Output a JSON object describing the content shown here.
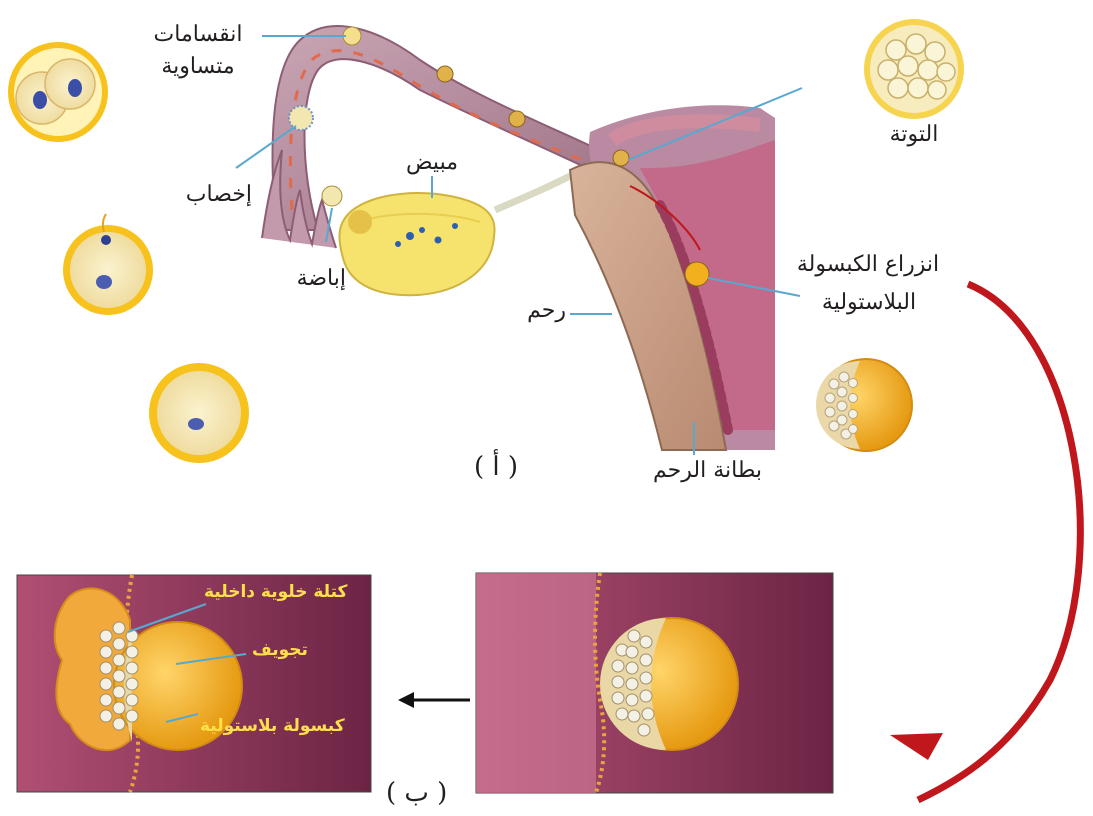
{
  "labels": {
    "equal_divisions_line1": "انقسامات",
    "equal_divisions_line2": "متساوية",
    "fertilization": "إخصاب",
    "ovary": "مبيض",
    "ovulation": "إباضة",
    "uterus": "رحم",
    "endometrium": "بطانة الرحم",
    "morula": "التوتة",
    "implantation_line1": "انزراع الكبسولة",
    "implantation_line2": "البلاستولية"
  },
  "panel_b_labels": {
    "inner_cell_mass": "كتلة خلوية داخلية",
    "cavity": "تجويف",
    "blastocyst": "كبسولة بلاستولية"
  },
  "panel_tags": {
    "a": "( أ )",
    "b": "( ب )"
  },
  "colors": {
    "cell_yellow": "#f7c21c",
    "tissue_purple": "#7e2d4a",
    "arrow_red": "#c0171d",
    "leader_blue": "#58a8d0"
  }
}
